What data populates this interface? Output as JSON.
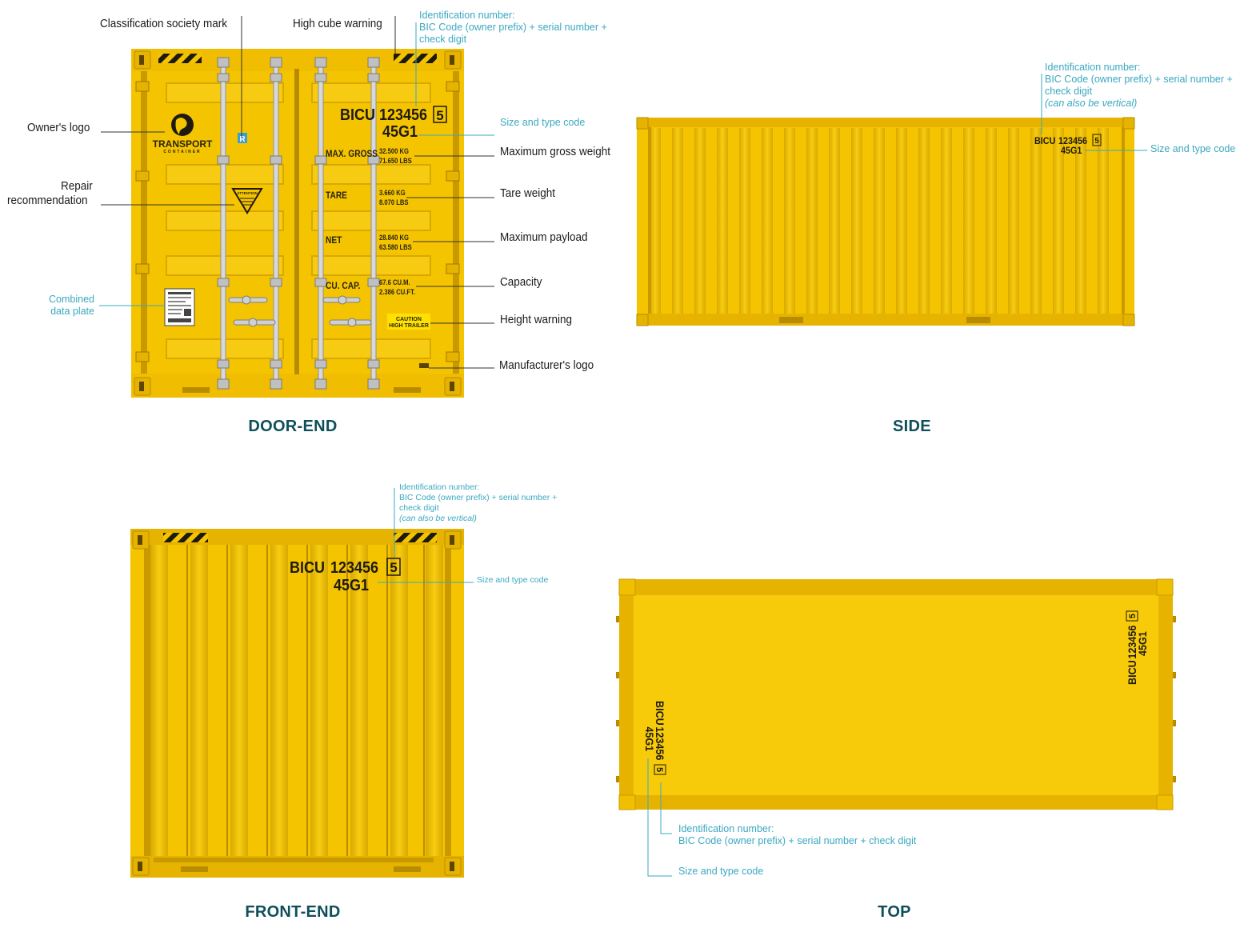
{
  "views": {
    "door_end": "DOOR-END",
    "side": "SIDE",
    "front_end": "FRONT-END",
    "top": "TOP"
  },
  "door_labels": {
    "classification_society_mark": "Classification society mark",
    "high_cube_warning": "High cube warning",
    "owners_logo": "Owner's logo",
    "repair_recommendation_1": "Repair",
    "repair_recommendation_2": "recommendation",
    "combined_data_plate_1": "Combined",
    "combined_data_plate_2": "data plate",
    "maximum_gross_weight": "Maximum gross weight",
    "tare_weight": "Tare weight",
    "maximum_payload": "Maximum payload",
    "capacity": "Capacity",
    "height_warning": "Height warning",
    "manufacturers_logo": "Manufacturer's logo"
  },
  "id_note": {
    "line1": "Identification number:",
    "line2": "BIC Code (owner prefix) + serial number +",
    "line3": "check digit",
    "line_single": "BIC Code (owner prefix) + serial number + check digit",
    "vertical": "(can also be vertical)"
  },
  "size_type_code_label": "Size and type code",
  "container_markings": {
    "owner_code": "BICU",
    "serial": "123456",
    "check_digit": "5",
    "size_type": "45G1",
    "max_gross_label": "MAX. GROSS",
    "max_gross_kg": "32.500 KG",
    "max_gross_lbs": "71.650 LBS",
    "tare_label": "TARE",
    "tare_kg": "3.660 KG",
    "tare_lbs": "8.070 LBS",
    "net_label": "NET",
    "net_kg": "28.840 KG",
    "net_lbs": "63.580 LBS",
    "cu_cap_label": "CU. CAP.",
    "cu_cap_m": "67.6 CU.M.",
    "cu_cap_ft": "2.386 CU.FT.",
    "caution_1": "CAUTION",
    "caution_2": "HIGH TRAILER",
    "logo_word": "TRANSPORT",
    "logo_sub": "CONTAINER",
    "attention": "ATTENTION",
    "class_mark": "R"
  },
  "colors": {
    "container_yellow": "#f5c400",
    "container_dark": "#c99a00",
    "annotation_teal": "#3aa8c1",
    "title_teal": "#0f4f5a"
  }
}
